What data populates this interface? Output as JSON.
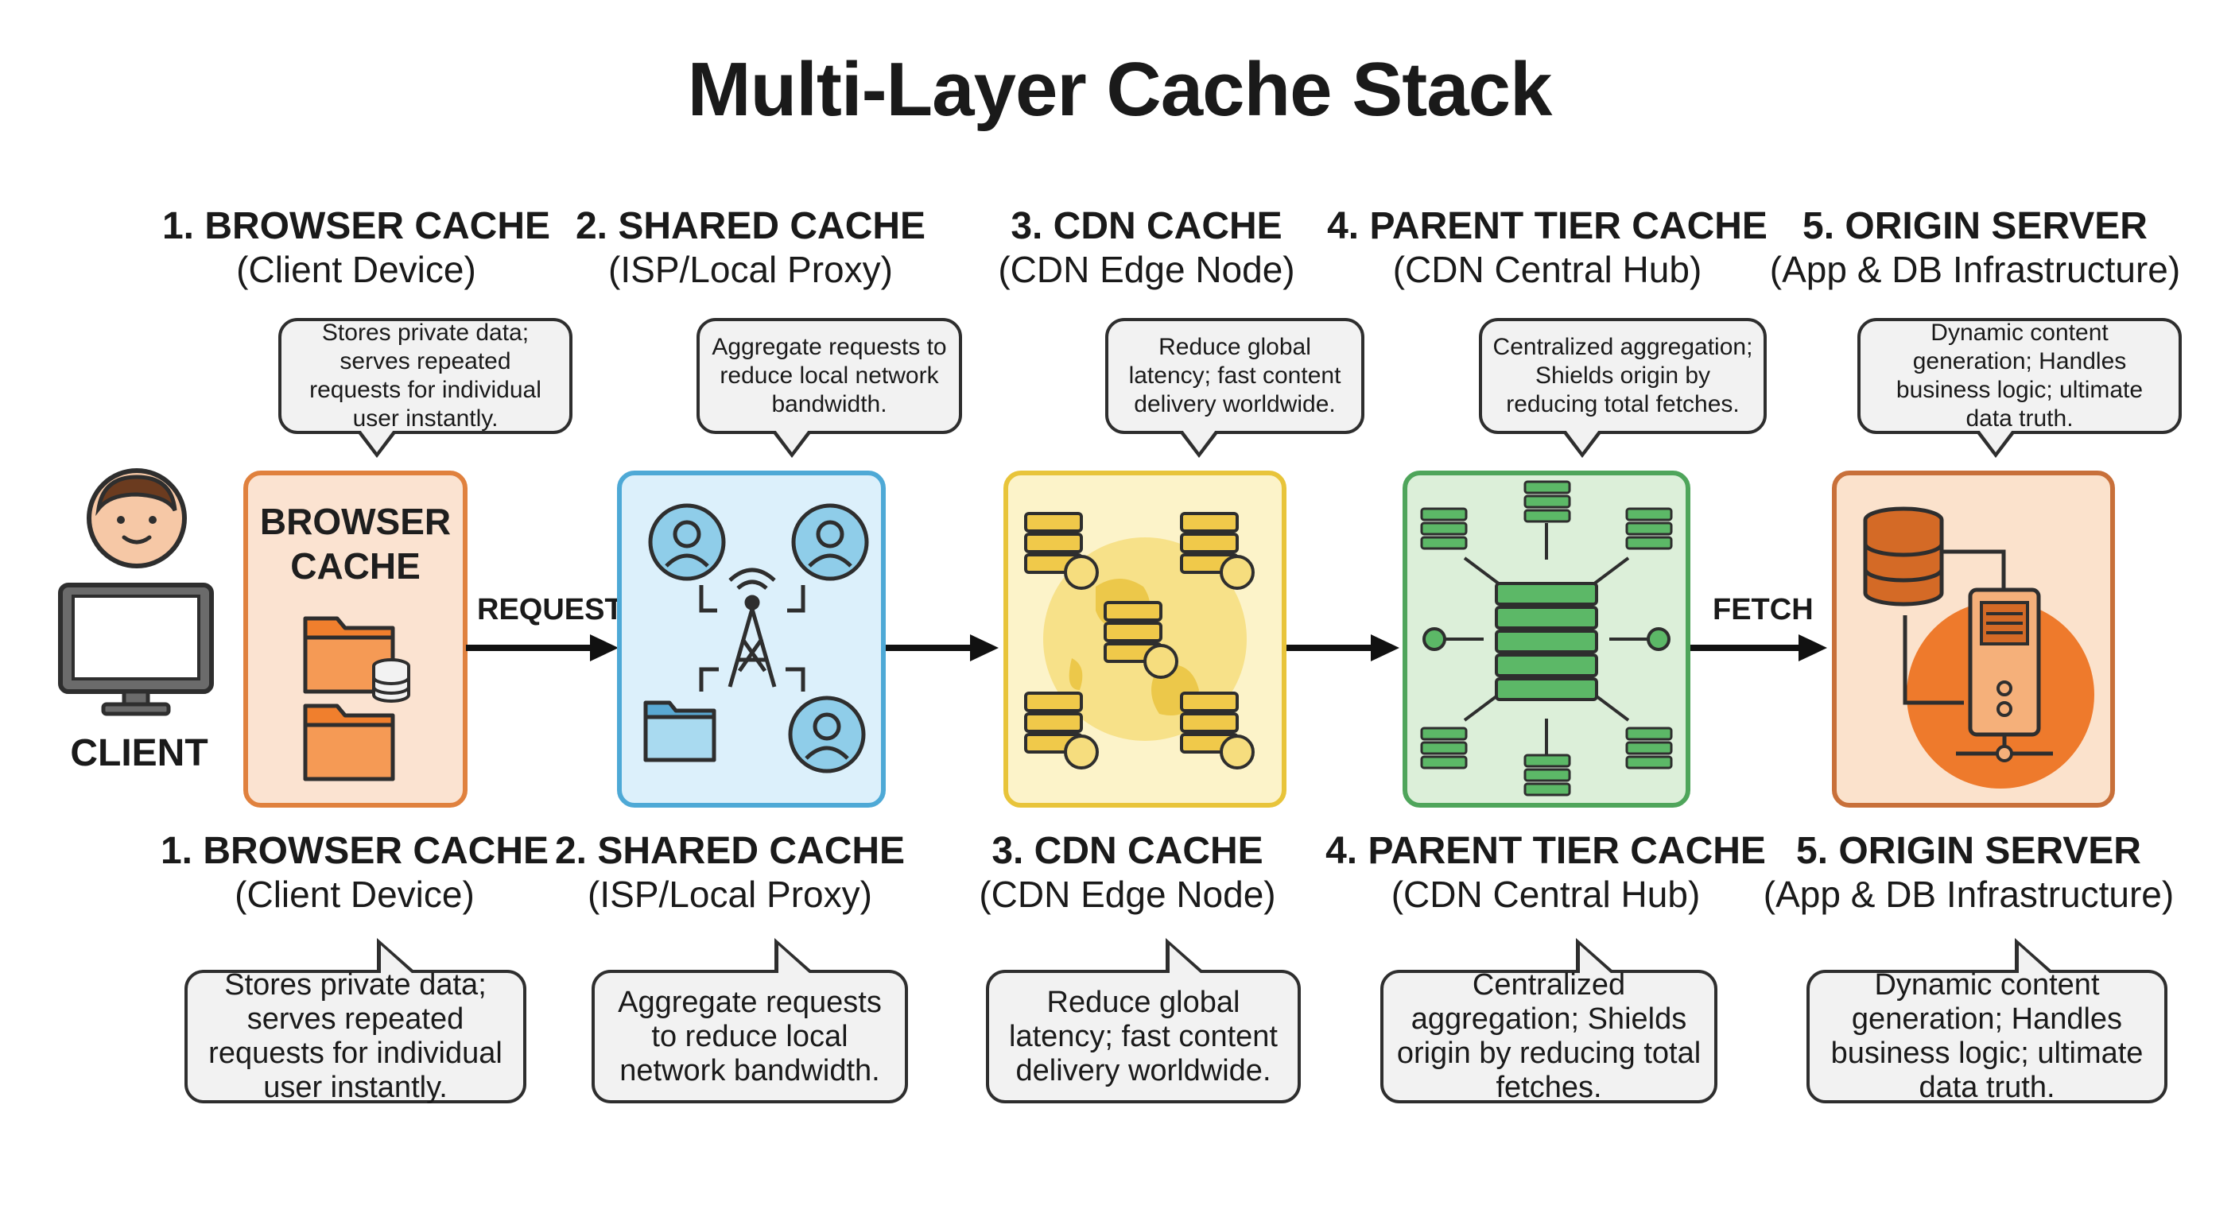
{
  "title": "Multi-Layer Cache Stack",
  "client": {
    "label": "CLIENT"
  },
  "arrows": {
    "request": "REQUEST",
    "fetch": "FETCH"
  },
  "colors": {
    "browser": {
      "border": "#e0813e",
      "fill": "#fbe3d1",
      "icon": "#f07f2d"
    },
    "shared": {
      "border": "#4ea9d6",
      "fill": "#dcf0fb",
      "icon": "#8fcde9"
    },
    "cdn": {
      "border": "#e8c43a",
      "fill": "#fcf3c9",
      "icon": "#f0c94a"
    },
    "parent": {
      "border": "#4fa55b",
      "fill": "#dcefd9",
      "icon": "#5cb867"
    },
    "origin": {
      "border": "#c8703a",
      "fill": "#fbe2cc",
      "icon": "#ee7a2c"
    }
  },
  "layers": [
    {
      "name": "1. BROWSER CACHE",
      "sub": "(Client Device)",
      "card_label": "BROWSER CACHE",
      "top_note": "Stores private data; serves repeated requests for individual user instantly.",
      "bottom_note": "Stores private data; serves repeated requests for individual user instantly.",
      "icons": [
        "folder-icon",
        "database-icon"
      ]
    },
    {
      "name": "2. SHARED CACHE",
      "sub": "(ISP/Local Proxy)",
      "top_note": "Aggregate requests to reduce local network bandwidth.",
      "bottom_note": "Aggregate requests to reduce local network bandwidth.",
      "icons": [
        "user-icon",
        "antenna-tower-icon",
        "folder-icon"
      ]
    },
    {
      "name": "3. CDN CACHE",
      "sub": "(CDN Edge Node)",
      "top_note": "Reduce global latency; fast content delivery worldwide.",
      "bottom_note": "Reduce global latency; fast content delivery worldwide.",
      "icons": [
        "globe-icon",
        "server-icon"
      ]
    },
    {
      "name": "4. PARENT TIER CACHE",
      "sub": "(CDN Central Hub)",
      "top_note": "Centralized aggregation; Shields origin by reducing total fetches.",
      "bottom_note": "Centralized aggregation; Shields origin by reducing total fetches.",
      "icons": [
        "server-cluster-icon",
        "node-icon"
      ]
    },
    {
      "name": "5. ORIGIN SERVER",
      "sub": "(App & DB Infrastructure)",
      "top_note": "Dynamic content generation; Handles business logic; ultimate data truth.",
      "bottom_note": "Dynamic content generation; Handles business logic; ultimate data truth.",
      "icons": [
        "database-icon",
        "server-tower-icon"
      ]
    }
  ]
}
